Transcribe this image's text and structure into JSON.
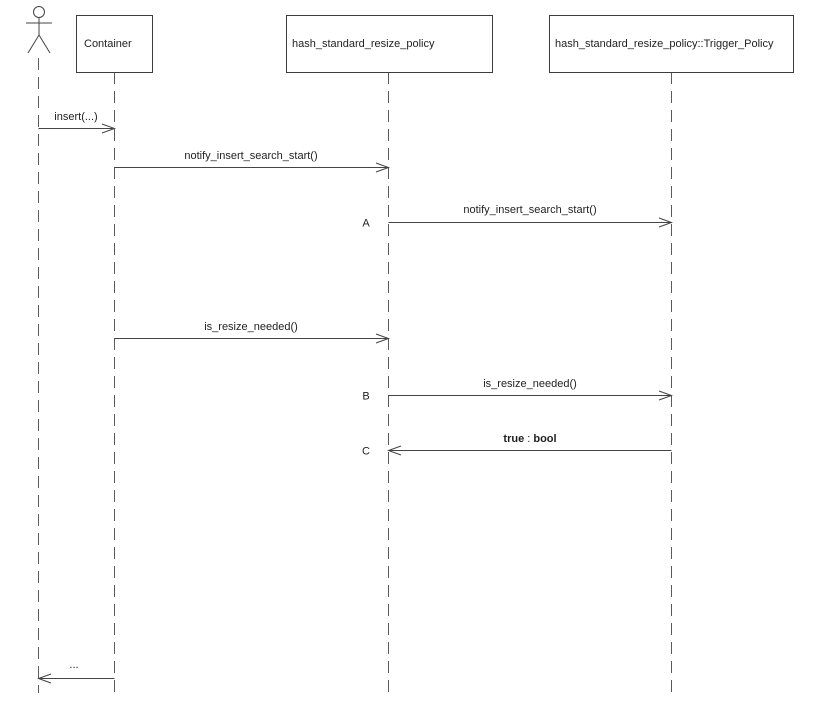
{
  "diagram": {
    "kind": "uml-sequence-diagram",
    "background_color": "#ffffff",
    "line_color": "#444444",
    "text_color": "#1f1f1f",
    "participants": [
      {
        "kind": "actor",
        "label": ""
      },
      {
        "kind": "object",
        "label": "Container"
      },
      {
        "kind": "object",
        "label": "hash_standard_resize_policy"
      },
      {
        "kind": "object",
        "label": "hash_standard_resize_policy::Trigger_Policy"
      }
    ],
    "messages": [
      {
        "seq": "",
        "label": "insert(...)",
        "from": "actor",
        "to": "Container",
        "direction": "right"
      },
      {
        "seq": "",
        "label": "notify_insert_search_start()",
        "from": "Container",
        "to": "hash_standard_resize_policy",
        "direction": "right"
      },
      {
        "seq": "A",
        "label": "notify_insert_search_start()",
        "from": "hash_standard_resize_policy",
        "to": "hash_standard_resize_policy::Trigger_Policy",
        "direction": "right"
      },
      {
        "seq": "",
        "label": "is_resize_needed()",
        "from": "Container",
        "to": "hash_standard_resize_policy",
        "direction": "right"
      },
      {
        "seq": "B",
        "label": "is_resize_needed()",
        "from": "hash_standard_resize_policy",
        "to": "hash_standard_resize_policy::Trigger_Policy",
        "direction": "right"
      },
      {
        "seq": "C",
        "return_value": "true",
        "separator": " : ",
        "return_type": "bool",
        "from": "hash_standard_resize_policy::Trigger_Policy",
        "to": "hash_standard_resize_policy",
        "direction": "left"
      },
      {
        "seq": "",
        "label": "...",
        "from": "Container",
        "to": "actor",
        "direction": "left"
      }
    ]
  }
}
